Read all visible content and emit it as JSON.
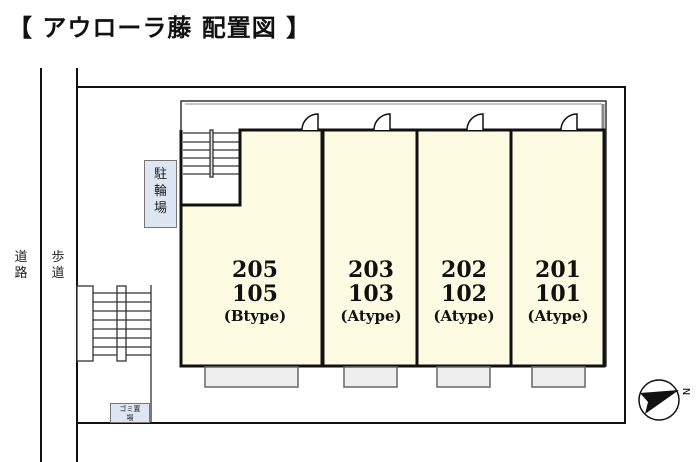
{
  "title": "【 アウローラ藤 配置図 】",
  "labels": {
    "road": "道路",
    "sidewalk": "歩道",
    "bicycle_parking": "駐輪場",
    "garbage": "ゴミ置場",
    "north": "N"
  },
  "units": [
    {
      "upper": "205",
      "lower": "105",
      "type": "(Btype)"
    },
    {
      "upper": "203",
      "lower": "103",
      "type": "(Atype)"
    },
    {
      "upper": "202",
      "lower": "102",
      "type": "(Atype)"
    },
    {
      "upper": "201",
      "lower": "101",
      "type": "(Atype)"
    }
  ],
  "colors": {
    "unit_fill": "#fdfbe1",
    "tag_fill": "#dde6f2"
  }
}
